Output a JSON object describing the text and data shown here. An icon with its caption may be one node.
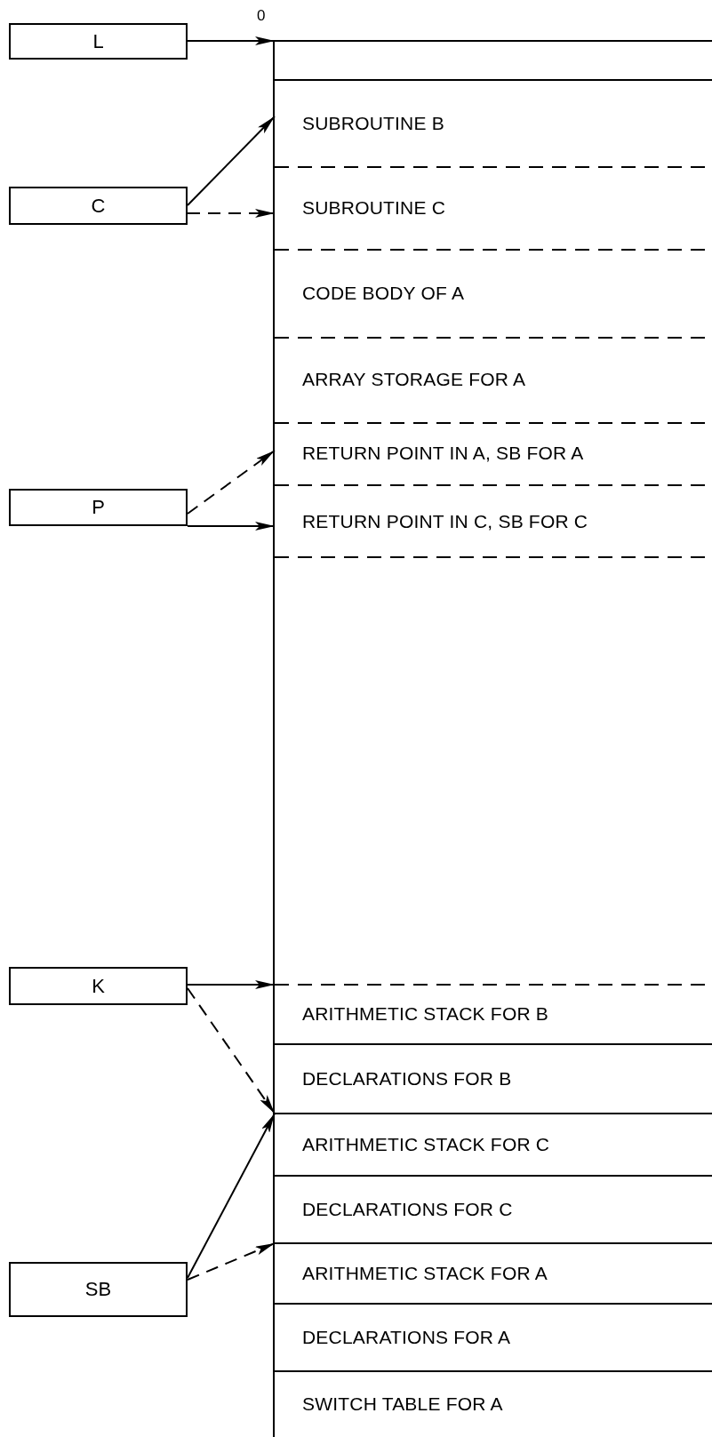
{
  "diagram": {
    "nodes": [
      {
        "text": [
          "L"
        ]
      },
      {
        "text": [
          "C"
        ]
      },
      {
        "text": [
          "P"
        ]
      },
      {
        "text": [
          "K"
        ]
      },
      {
        "text": [
          "SB"
        ]
      },
      {
        "text": [],
        "shape": "box"
      },
      {
        "text": [
          "SUBROUTINE B"
        ]
      },
      {
        "text": [
          "SUBROUTINE C"
        ]
      },
      {
        "text": [
          "CODE BODY OF A"
        ]
      },
      {
        "text": [
          "ARRAY STORAGE FOR A"
        ]
      },
      {
        "text": [
          "RETURN POINT IN A, SB FOR A"
        ]
      },
      {
        "text": [
          "RETURN POINT IN C, SB FOR C"
        ]
      },
      {
        "text": [
          "ARITHMETIC STACK FOR B"
        ]
      },
      {
        "text": [
          "DECLARATIONS FOR B"
        ]
      },
      {
        "text": [
          "ARITHMETIC STACK FOR C"
        ]
      },
      {
        "text": [
          "DECLARATIONS FOR C"
        ]
      },
      {
        "text": [
          "ARITHMETIC STACK FOR A"
        ]
      },
      {
        "text": [
          "DECLARATIONS FOR A"
        ]
      },
      {
        "text": [
          "SWITCH TABLE FOR A"
        ]
      }
    ],
    "edges": [
      {
        "from": 0,
        "to": 5,
        "arrow": "to"
      },
      {
        "from": 1,
        "to": 6,
        "arrow": "to"
      },
      {
        "from": 1,
        "to": 7,
        "arrow": "to",
        "style": "dashed"
      },
      {
        "from": 2,
        "to": 10,
        "arrow": "to",
        "style": "dashed"
      },
      {
        "from": 2,
        "to": 11,
        "arrow": "to"
      },
      {
        "from": 3,
        "to": 12,
        "arrow": "to"
      },
      {
        "from": 3,
        "to": 14,
        "arrow": "to",
        "style": "dashed"
      },
      {
        "from": 4,
        "to": 14,
        "arrow": "to"
      },
      {
        "from": 4,
        "to": 16,
        "arrow": "to",
        "style": "dashed"
      }
    ],
    "labels": [
      "0"
    ]
  }
}
